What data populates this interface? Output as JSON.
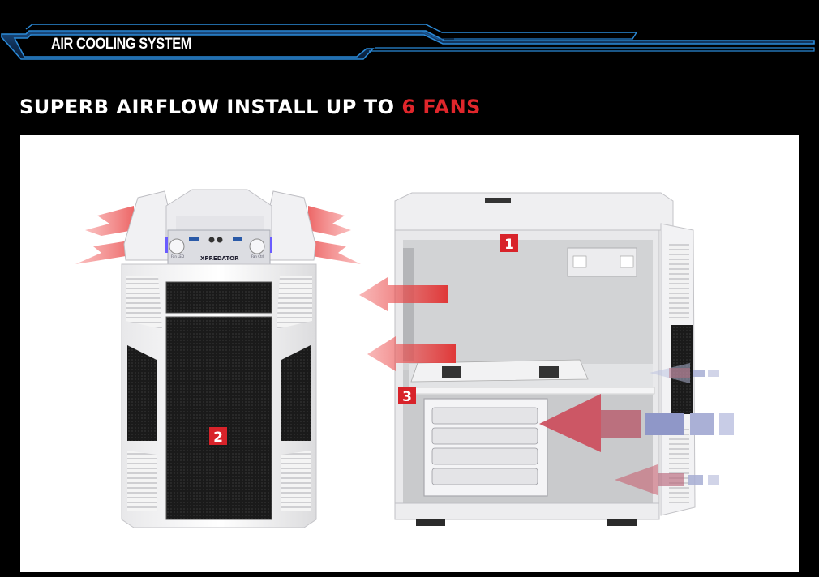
{
  "header": {
    "section_title": "AIR COOLING SYSTEM",
    "headline_prefix": "SUPERB AIRFLOW INSTALL UP TO ",
    "headline_highlight": "6 FANS"
  },
  "front_panel": {
    "brand": "XPREDATOR",
    "left_knob_label": "Fan LED",
    "right_knob_label": "Fan Ctrl"
  },
  "fan_badges": {
    "top": "1",
    "front": "2",
    "hdd": "3"
  },
  "colors": {
    "page_bg": "#000000",
    "accent_blue": "#1e78c8",
    "highlight_red": "#e0262b",
    "panel_bg": "#ffffff",
    "exhaust_arrow": "#e23a3a",
    "intake_arrow": "#7f88b8"
  }
}
